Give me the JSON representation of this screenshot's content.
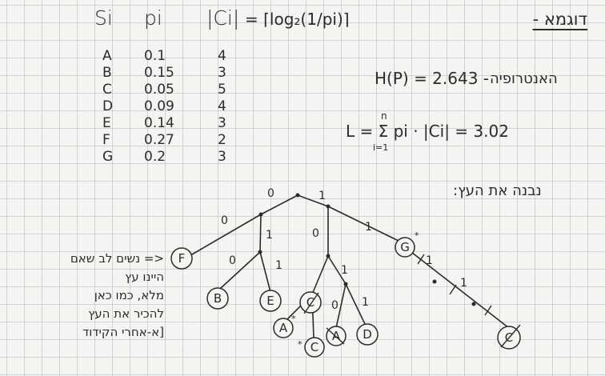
{
  "title": "דוגמא -",
  "headers": {
    "s": "Si",
    "p": "pi",
    "c": "|Ci|",
    "formula": "= ⌈log₂(1/pi)⌉"
  },
  "rows": [
    {
      "s": "A",
      "p": "0.1",
      "c": "4"
    },
    {
      "s": "B",
      "p": "0.15",
      "c": "3"
    },
    {
      "s": "C",
      "p": "0.05",
      "c": "5"
    },
    {
      "s": "D",
      "p": "0.09",
      "c": "4"
    },
    {
      "s": "E",
      "p": "0.14",
      "c": "3"
    },
    {
      "s": "F",
      "p": "0.27",
      "c": "2"
    },
    {
      "s": "G",
      "p": "0.2",
      "c": "3"
    }
  ],
  "entropy": {
    "formula": "H(P) = 2.643 -",
    "label": "האנטרופיה"
  },
  "length": {
    "formula": "L = Σ pi · |Ci| = 3.02",
    "sum_top": "n",
    "sum_bottom": "i=1"
  },
  "build_note": "נבנה את העץ:",
  "side_note": [
    "<= נשים לב שאם",
    "היינו עץ",
    "מלא, כמו כאן",
    "להכיר את העץ",
    "[א-אחרי הקידוד"
  ],
  "tree": {
    "edge_labels": [
      "0",
      "1",
      "0",
      "1",
      "0",
      "1",
      "0",
      "1",
      "1",
      "0",
      "1",
      "1",
      "1"
    ],
    "leaves": [
      "F",
      "B",
      "E",
      "C",
      "G",
      "A",
      "C",
      "A",
      "D",
      "C"
    ]
  },
  "colors": {
    "ink": "#2b2b2b",
    "red": "#c21b1b",
    "grid": "#8796a5",
    "paper": "#f4f5f3"
  }
}
